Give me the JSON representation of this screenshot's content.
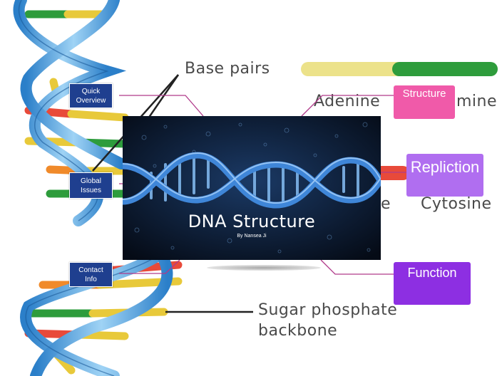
{
  "background_labels": {
    "base_pairs": "Base pairs",
    "adenine": "Adenine",
    "thymine": "mine",
    "guanine": "e",
    "cytosine": "Cytosine",
    "sugar_phosphate_line1": "Sugar phosphate",
    "sugar_phosphate_line2": "backbone"
  },
  "nav": {
    "quick_overview": "Quick Overview",
    "global_issues": "Global Issues",
    "contact_info": "Contact Info"
  },
  "tiles": {
    "structure": "Structure",
    "repliction": "Repliction",
    "function": "Function"
  },
  "title_card": {
    "title": "DNA Structure",
    "byline": "By Nansea Ji"
  },
  "colors": {
    "nav_button": "#1f3f8f",
    "structure_tile": "#f05aa9",
    "repliction_tile": "#b06ef0",
    "function_tile": "#8d2fe2",
    "connector": "#b03a8a"
  }
}
